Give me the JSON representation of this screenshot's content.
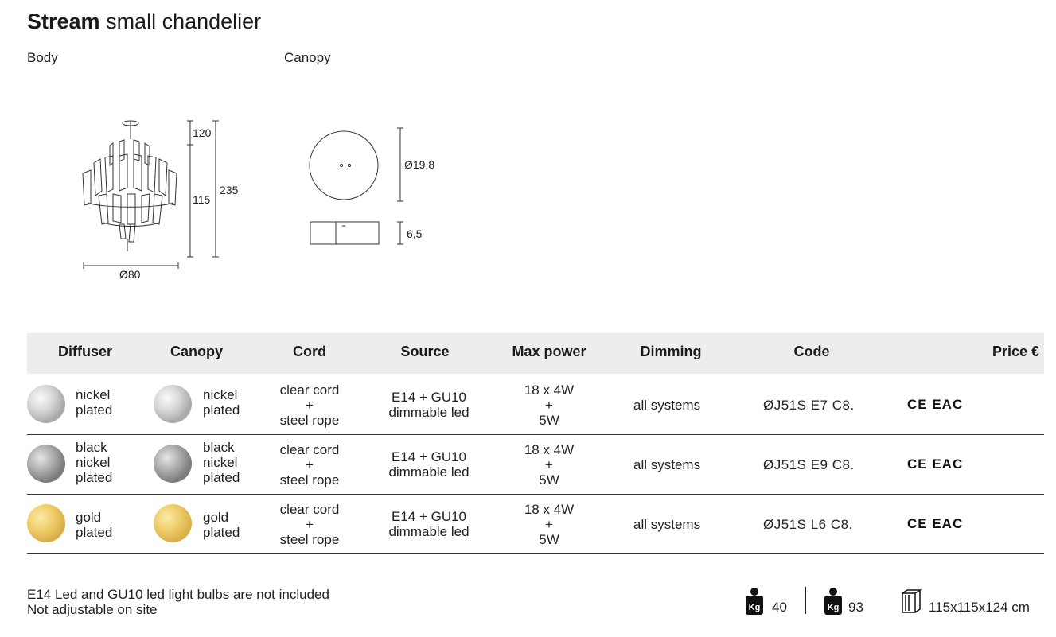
{
  "title": {
    "bold": "Stream",
    "rest": "small chandelier"
  },
  "views": {
    "body": "Body",
    "canopy": "Canopy"
  },
  "dimensions": {
    "body_top": "120",
    "body_mid": "115",
    "body_total": "235",
    "body_diameter": "Ø80",
    "canopy_diameter": "Ø19,8",
    "canopy_height": "6,5"
  },
  "table": {
    "headers": {
      "diffuser": "Diffuser",
      "canopy": "Canopy",
      "cord": "Cord",
      "source": "Source",
      "max_power": "Max power",
      "dimming": "Dimming",
      "code": "Code",
      "price": "Price €"
    },
    "rows": [
      {
        "diffuser": [
          "nickel",
          "plated"
        ],
        "canopy": [
          "nickel",
          "plated"
        ],
        "cord": [
          "clear cord",
          "+",
          "steel rope"
        ],
        "source": [
          "E14 + GU10",
          "dimmable led"
        ],
        "power": [
          "18 x 4W",
          "+",
          "5W"
        ],
        "dimming": "all systems",
        "code": "ØJ51S E7 C8.",
        "cert": "CE EAC",
        "swatch_color": "#c9c9c9"
      },
      {
        "diffuser": [
          "black",
          "nickel",
          "plated"
        ],
        "canopy": [
          "black",
          "nickel",
          "plated"
        ],
        "cord": [
          "clear cord",
          "+",
          "steel rope"
        ],
        "source": [
          "E14 + GU10",
          "dimmable led"
        ],
        "power": [
          "18 x 4W",
          "+",
          "5W"
        ],
        "dimming": "all systems",
        "code": "ØJ51S E9 C8.",
        "cert": "CE EAC",
        "swatch_color": "#9a9a9a"
      },
      {
        "diffuser": [
          "gold",
          "plated"
        ],
        "canopy": [
          "gold",
          "plated"
        ],
        "cord": [
          "clear cord",
          "+",
          "steel rope"
        ],
        "source": [
          "E14 + GU10",
          "dimmable led"
        ],
        "power": [
          "18 x 4W",
          "+",
          "5W"
        ],
        "dimming": "all systems",
        "code": "ØJ51S L6 C8.",
        "cert": "CE EAC",
        "swatch_color": "#e6c25e"
      }
    ]
  },
  "notes": [
    "E14 Led and GU10 led light bulbs are not included",
    "Not adjustable on site"
  ],
  "footer": {
    "net_weight": "40",
    "gross_weight": "93",
    "package_size": "115x115x124 cm",
    "weight_icon_text": "Kg"
  }
}
